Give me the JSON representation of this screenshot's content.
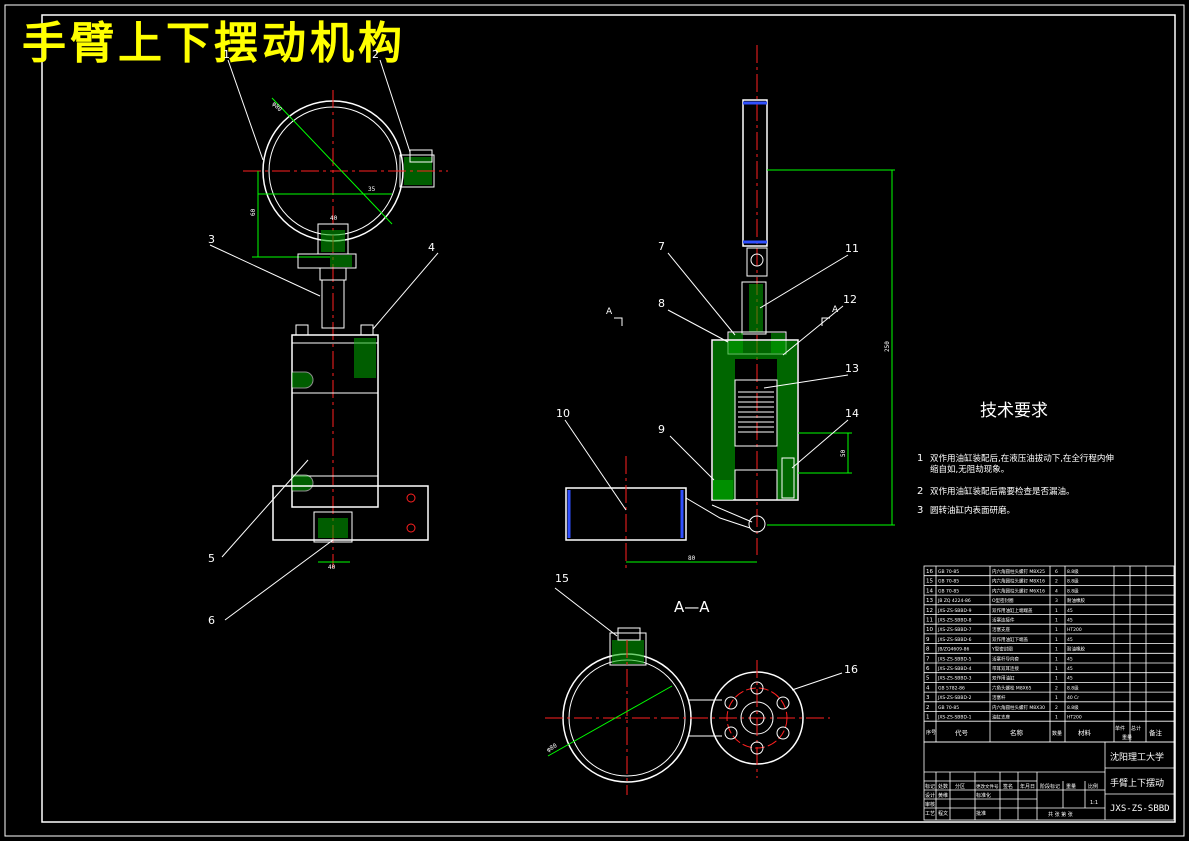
{
  "drawing_title": "手臂上下摆动机构",
  "tech_requirements": {
    "heading": "技术要求",
    "items": [
      {
        "num": "1",
        "line1": "双作用油缸装配后,在液压油拔动下,在全行程内伸",
        "line2": "缩自如,无阻劫现象。"
      },
      {
        "num": "2",
        "line1": "双作用油缸装配后需要检查是否漏油。"
      },
      {
        "num": "3",
        "line1": "圆转油缸内表面研磨。"
      }
    ]
  },
  "section_label": "A—A",
  "section_markers": {
    "left": "A",
    "right": "A"
  },
  "callouts": [
    "1",
    "2",
    "3",
    "4",
    "5",
    "6",
    "7",
    "8",
    "9",
    "10",
    "11",
    "12",
    "13",
    "14",
    "15",
    "16"
  ],
  "dimensions": {
    "left_diameter": "φ80",
    "left_a": "35",
    "left_b": "60",
    "left_c": "40",
    "left_d": "40",
    "right_height": "250",
    "right_stroke": "50",
    "base_length": "80",
    "section_diameter": "φ80"
  },
  "bom": {
    "rows": [
      {
        "no": "16",
        "code": "GB 70-85",
        "name": "内六角圆柱头螺钉 M8X25",
        "qty": "6",
        "material": "8.8级"
      },
      {
        "no": "15",
        "code": "GB 70-85",
        "name": "内六角圆柱头螺钉 M8X16",
        "qty": "2",
        "material": "8.8级"
      },
      {
        "no": "14",
        "code": "GB 70-85",
        "name": "内六角圆柱头螺钉 M6X16",
        "qty": "4",
        "material": "8.8级"
      },
      {
        "no": "13",
        "code": "JB ZQ 4224-86",
        "name": "O型密封圈",
        "qty": "3",
        "material": "耐油橡胶"
      },
      {
        "no": "12",
        "code": "JXS-ZS-SBBD-9",
        "name": "双作用油缸上端端盖",
        "qty": "1",
        "material": "45"
      },
      {
        "no": "11",
        "code": "JXS-ZS-SBBD-8",
        "name": "活塞连接件",
        "qty": "1",
        "material": "45"
      },
      {
        "no": "10",
        "code": "JXS-ZS-SBBD-7",
        "name": "活塞支座",
        "qty": "1",
        "material": "HT200"
      },
      {
        "no": "9",
        "code": "JXS-ZS-SBBD-6",
        "name": "双作用油缸下端盖",
        "qty": "1",
        "material": "45"
      },
      {
        "no": "8",
        "code": "JB/ZQ4609-86",
        "name": "Y型密封圈",
        "qty": "1",
        "material": "耐油橡胶"
      },
      {
        "no": "7",
        "code": "JXS-ZS-SBBD-5",
        "name": "活塞杆导向套",
        "qty": "1",
        "material": "45"
      },
      {
        "no": "6",
        "code": "JXS-ZS-SBBD-4",
        "name": "带耳双耳连接",
        "qty": "1",
        "material": "45"
      },
      {
        "no": "5",
        "code": "JXS-ZS-SBBD-3",
        "name": "双作用油缸",
        "qty": "1",
        "material": "45"
      },
      {
        "no": "4",
        "code": "GB 5782-86",
        "name": "六角头螺栓 M8X65",
        "qty": "2",
        "material": "8.8级"
      },
      {
        "no": "3",
        "code": "JXS-ZS-SBBD-2",
        "name": "活塞杆",
        "qty": "1",
        "material": "40 Cr"
      },
      {
        "no": "2",
        "code": "GB 70-85",
        "name": "内六角圆柱头螺钉 M8X30",
        "qty": "2",
        "material": "8.8级"
      },
      {
        "no": "1",
        "code": "JXS-ZS-SBBD-1",
        "name": "油缸支座",
        "qty": "1",
        "material": "HT200"
      }
    ],
    "header": {
      "no": "序号",
      "code": "代号",
      "name": "名称",
      "qty": "数量",
      "material": "材料",
      "unit_weight": "单件",
      "total_weight": "总计",
      "weight": "重量",
      "remarks": "备注"
    }
  },
  "title_block": {
    "school": "沈阳理工大学",
    "drawing_name": "手臂上下摆动",
    "drawing_no": "JXS-ZS-SBBD",
    "scale": "1:1",
    "labels": {
      "mark": "标记",
      "count": "处数",
      "zone": "分区",
      "change_doc": "更改文件号",
      "sign": "签名",
      "date": "年月日",
      "design": "设计",
      "drafter": "黄维",
      "standardize": "标准化",
      "review": "审核",
      "process": "工艺",
      "approve": "批准",
      "stage": "阶段标记",
      "weight": "重量",
      "ratio": "比例",
      "sheet_info": "共 张 第 张",
      "checker": "程文"
    }
  }
}
